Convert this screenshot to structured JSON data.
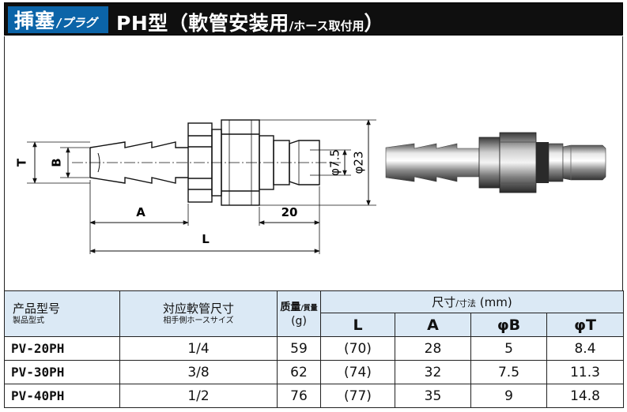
{
  "header": {
    "badge_main": "挿塞",
    "badge_sub": "/プラグ",
    "title_main": "PH型（軟管安装用",
    "title_sub": "/ホース取付用",
    "title_close": "）"
  },
  "drawing": {
    "label_T": "T",
    "label_B": "B",
    "label_A": "A",
    "label_20": "20",
    "label_L": "L",
    "label_phi75": "φ7.5",
    "label_phi23": "φ23"
  },
  "table": {
    "head": {
      "model_l1": "产品型号",
      "model_l2": "製品型式",
      "hose_l1": "対应軟管尺寸",
      "hose_l2": "相手側ホースサイズ",
      "mass_l1": "质量",
      "mass_l1_small": "/質量",
      "mass_l2": "(g)",
      "dims_label": "尺寸",
      "dims_small": "/寸法",
      "dims_unit": " (mm)",
      "col_L": "L",
      "col_A": "A",
      "col_B": "φB",
      "col_T": "φT"
    },
    "rows": [
      {
        "model": "PV-20PH",
        "hose": "1/4",
        "mass": "59",
        "L": "(70)",
        "A": "28",
        "B": "5",
        "T": "8.4"
      },
      {
        "model": "PV-30PH",
        "hose": "3/8",
        "mass": "62",
        "L": "(74)",
        "A": "32",
        "B": "7.5",
        "T": "11.3"
      },
      {
        "model": "PV-40PH",
        "hose": "1/2",
        "mass": "76",
        "L": "(77)",
        "A": "35",
        "B": "9",
        "T": "14.8"
      }
    ]
  }
}
